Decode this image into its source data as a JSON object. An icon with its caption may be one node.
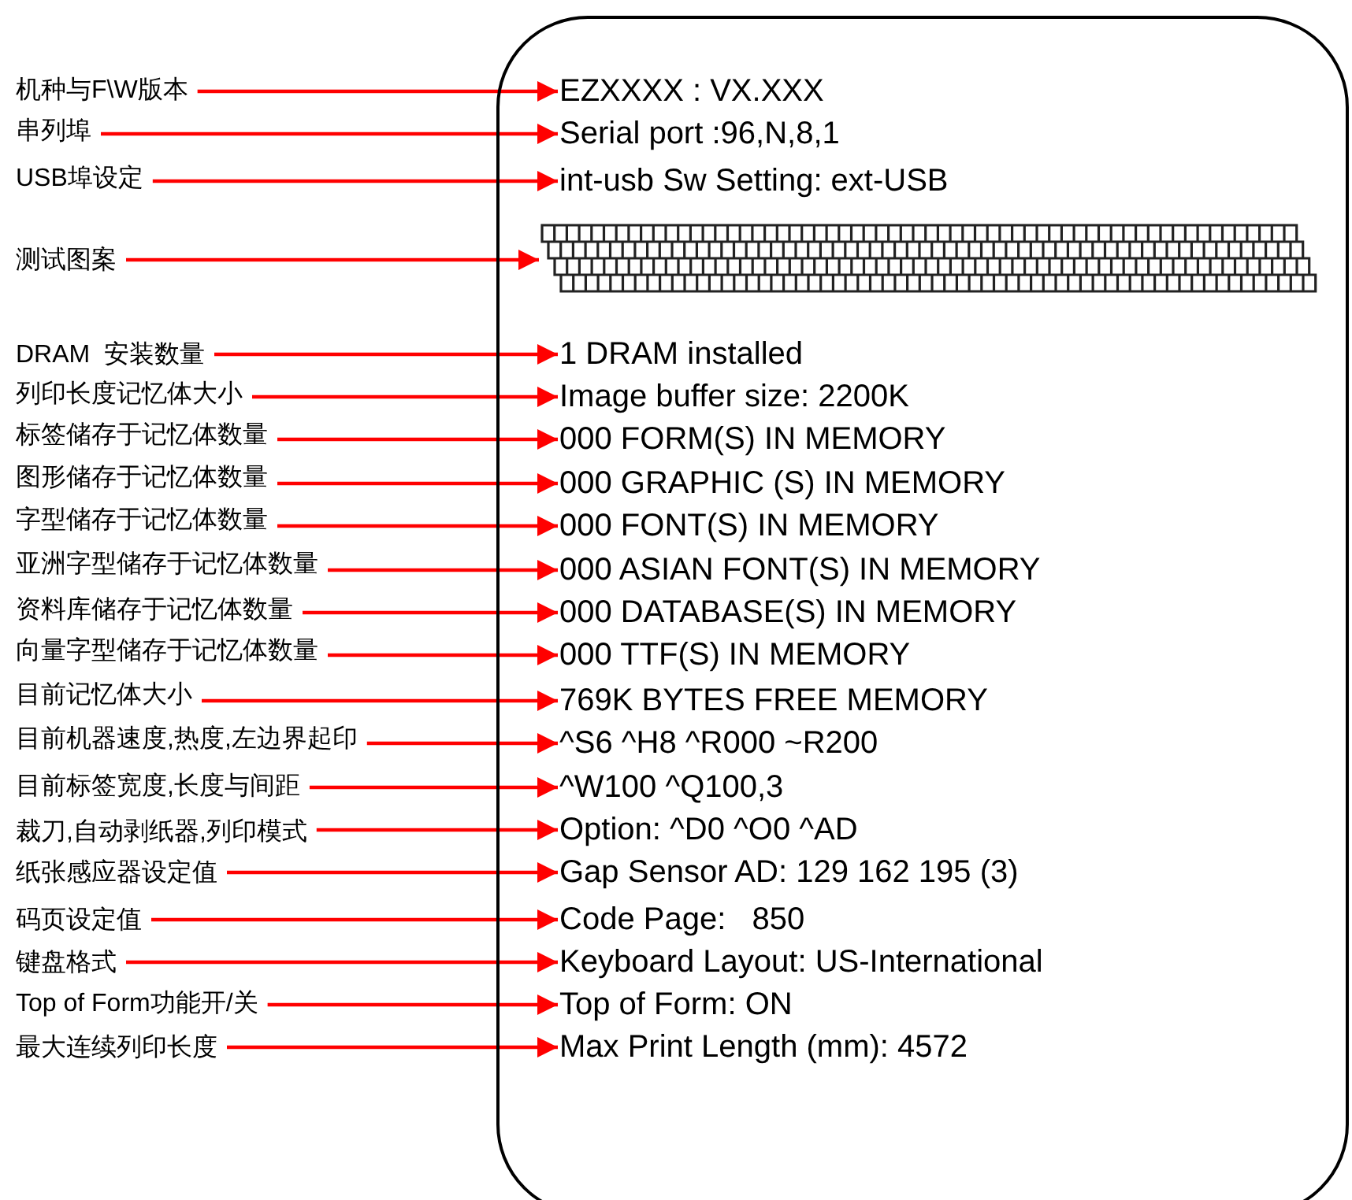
{
  "diagram": {
    "nodes": [
      {
        "text": [],
        "shape": "box"
      },
      {
        "text": [
          "机种与F\\W版本"
        ]
      },
      {
        "text": [
          "串列埠"
        ]
      },
      {
        "text": [
          "USB埠设定"
        ]
      },
      {
        "text": [
          "测试图案"
        ]
      },
      {
        "text": [
          "DRAM  安装数量"
        ]
      },
      {
        "text": [
          "列印长度记忆体大小"
        ]
      },
      {
        "text": [
          "标签储存于记忆体数量"
        ]
      },
      {
        "text": [
          "图形储存于记忆体数量"
        ]
      },
      {
        "text": [
          "字型储存于记忆体数量"
        ]
      },
      {
        "text": [
          "亚洲字型储存于记忆体数量"
        ]
      },
      {
        "text": [
          "资料库储存于记忆体数量"
        ]
      },
      {
        "text": [
          "向量字型储存于记忆体数量"
        ]
      },
      {
        "text": [
          "目前记忆体大小"
        ]
      },
      {
        "text": [
          "目前机器速度,热度,左边界起印"
        ]
      },
      {
        "text": [
          "目前标签宽度,长度与间距"
        ]
      },
      {
        "text": [
          "裁刀,自动剥纸器,列印模式"
        ]
      },
      {
        "text": [
          "纸张感应器设定值"
        ]
      },
      {
        "text": [
          "码页设定值"
        ]
      },
      {
        "text": [
          "键盘格式"
        ]
      },
      {
        "text": [
          "Top of Form功能开/关"
        ]
      },
      {
        "text": [
          "最大连续列印长度"
        ]
      },
      {
        "text": [
          "EZXXXX : VX.XXX"
        ],
        "in": 0
      },
      {
        "text": [
          "Serial port :96,N,8,1"
        ],
        "in": 0
      },
      {
        "text": [
          "int-usb Sw Setting: ext-USB"
        ],
        "in": 0
      },
      {
        "text": [],
        "shape": "bar",
        "in": 0
      },
      {
        "text": [
          "1 DRAM installed"
        ],
        "in": 0
      },
      {
        "text": [
          "Image buffer size: 2200K"
        ],
        "in": 0
      },
      {
        "text": [
          "000 FORM(S) IN MEMORY"
        ],
        "in": 0
      },
      {
        "text": [
          "000 GRAPHIC (S) IN MEMORY"
        ],
        "in": 0
      },
      {
        "text": [
          "000 FONT(S) IN MEMORY"
        ],
        "in": 0
      },
      {
        "text": [
          "000 ASIAN FONT(S) IN MEMORY"
        ],
        "in": 0
      },
      {
        "text": [
          "000 DATABASE(S) IN MEMORY"
        ],
        "in": 0
      },
      {
        "text": [
          "000 TTF(S) IN MEMORY"
        ],
        "in": 0
      },
      {
        "text": [
          "769K BYTES FREE MEMORY"
        ],
        "in": 0
      },
      {
        "text": [
          "^S6 ^H8 ^R000 ~R200"
        ],
        "in": 0
      },
      {
        "text": [
          "^W100 ^Q100,3"
        ],
        "in": 0
      },
      {
        "text": [
          "Option: ^D0 ^O0 ^AD"
        ],
        "in": 0
      },
      {
        "text": [
          "Gap Sensor AD: 129 162 195 (3)"
        ],
        "in": 0
      },
      {
        "text": [
          "Code Page:   850"
        ],
        "in": 0
      },
      {
        "text": [
          "Keyboard Layout: US-International"
        ],
        "in": 0
      },
      {
        "text": [
          "Top of Form: ON"
        ],
        "in": 0
      },
      {
        "text": [
          "Max Print Length (mm): 4572"
        ],
        "in": 0
      }
    ],
    "edges": [
      {
        "from": 1,
        "to": 22,
        "arrow": "to"
      },
      {
        "from": 2,
        "to": 23,
        "arrow": "to"
      },
      {
        "from": 3,
        "to": 24,
        "arrow": "to"
      },
      {
        "from": 4,
        "to": 25,
        "arrow": "to"
      },
      {
        "from": 5,
        "to": 26,
        "arrow": "to"
      },
      {
        "from": 6,
        "to": 27,
        "arrow": "to"
      },
      {
        "from": 7,
        "to": 28,
        "arrow": "to"
      },
      {
        "from": 8,
        "to": 29,
        "arrow": "to"
      },
      {
        "from": 9,
        "to": 30,
        "arrow": "to"
      },
      {
        "from": 10,
        "to": 31,
        "arrow": "to"
      },
      {
        "from": 11,
        "to": 32,
        "arrow": "to"
      },
      {
        "from": 12,
        "to": 33,
        "arrow": "to"
      },
      {
        "from": 13,
        "to": 34,
        "arrow": "to"
      },
      {
        "from": 14,
        "to": 35,
        "arrow": "to"
      },
      {
        "from": 15,
        "to": 36,
        "arrow": "to"
      },
      {
        "from": 16,
        "to": 37,
        "arrow": "to"
      },
      {
        "from": 17,
        "to": 38,
        "arrow": "to"
      },
      {
        "from": 18,
        "to": 39,
        "arrow": "to"
      },
      {
        "from": 19,
        "to": 40,
        "arrow": "to"
      },
      {
        "from": 20,
        "to": 41,
        "arrow": "to"
      },
      {
        "from": 21,
        "to": 42,
        "arrow": "to"
      }
    ]
  }
}
